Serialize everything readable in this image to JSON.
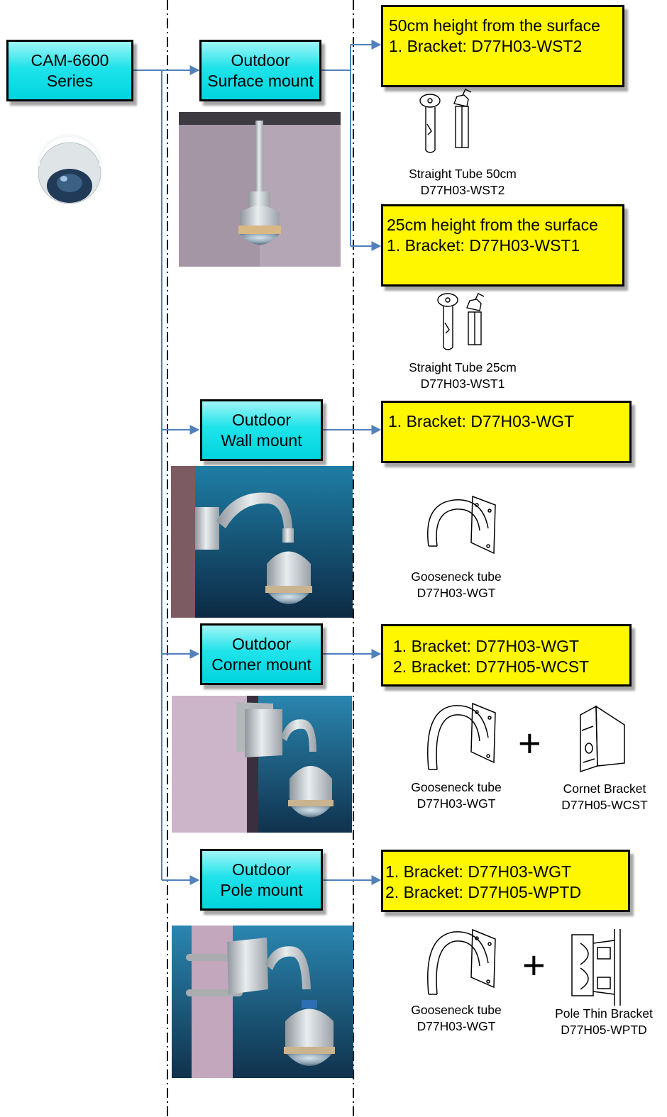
{
  "source": {
    "line1": "CAM-6600",
    "line2": "Series"
  },
  "mounts": [
    {
      "line1": "Outdoor",
      "line2": "Surface mount"
    },
    {
      "line1": "Outdoor",
      "line2": "Wall mount"
    },
    {
      "line1": "Outdoor",
      "line2": "Corner mount"
    },
    {
      "line1": "Outdoor",
      "line2": "Pole mount"
    }
  ],
  "brackets": [
    {
      "lines": [
        "50cm height from the surface",
        "1. Bracket: D77H03-WST2"
      ]
    },
    {
      "lines": [
        "25cm height from the surface",
        "1. Bracket: D77H03-WST1"
      ]
    },
    {
      "lines": [
        "1. Bracket: D77H03-WGT"
      ]
    },
    {
      "lines": [
        "1. Bracket: D77H03-WGT",
        "2. Bracket: D77H05-WCST"
      ]
    },
    {
      "lines": [
        "1. Bracket: D77H03-WGT",
        "2. Bracket: D77H05-WPTD"
      ]
    }
  ],
  "parts": [
    {
      "name": "Straight Tube 50cm",
      "code": "D77H03-WST2"
    },
    {
      "name": "Straight Tube 25cm",
      "code": "D77H03-WST1"
    },
    {
      "name": "Gooseneck tube",
      "code": "D77H03-WGT"
    },
    {
      "name": "Gooseneck tube",
      "code": "D77H03-WGT"
    },
    {
      "name": "Cornet Bracket",
      "code": "D77H05-WCST"
    },
    {
      "name": "Gooseneck tube",
      "code": "D77H03-WGT"
    },
    {
      "name": "Pole Thin Bracket",
      "code": "D77H05-WPTD"
    }
  ],
  "plus_sign": "+",
  "colors": {
    "box_cyan": "#00d4de",
    "box_yellow": "#fff700",
    "arrow": "#4f81bd"
  }
}
